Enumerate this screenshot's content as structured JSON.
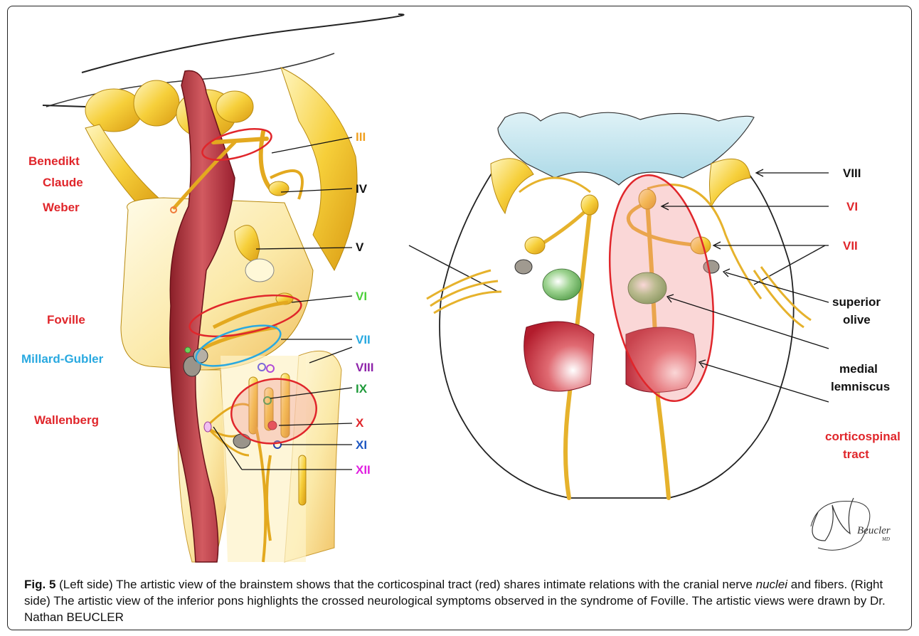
{
  "colors": {
    "red": "#e0262b",
    "orange": "#f0a020",
    "green": "#4cd03a",
    "cyan": "#29a9e0",
    "purple": "#8e24aa",
    "darkgreen": "#1f9a3a",
    "blue": "#1e57c2",
    "magenta": "#e020e0",
    "black": "#111111",
    "yellow": "#f3c531",
    "tract": "#b8283a"
  },
  "left_panel": {
    "syndromes": {
      "benedikt": "Benedikt",
      "claude": "Claude",
      "weber": "Weber",
      "foville": "Foville",
      "millard_gubler": "Millard-Gubler",
      "wallenberg": "Wallenberg"
    },
    "nerves": {
      "iii": "III",
      "iv": "IV",
      "v": "V",
      "vi": "VI",
      "vii": "VII",
      "viii": "VIII",
      "ix": "IX",
      "x": "X",
      "xi": "XI",
      "xii": "XII"
    }
  },
  "right_panel": {
    "labels": {
      "viii": "VIII",
      "vi": "VI",
      "vii": "VII",
      "superior_olive_1": "superior",
      "superior_olive_2": "olive",
      "medial_lemniscus_1": "medial",
      "medial_lemniscus_2": "lemniscus",
      "corticospinal_1": "corticospinal",
      "corticospinal_2": "tract"
    }
  },
  "signature": {
    "text": "Beucler",
    "suffix": "MD"
  },
  "caption": {
    "fig_label": "Fig. 5",
    "part1": " (Left side) The artistic view of the brainstem shows that the corticospinal tract (red) shares intimate relations with the cranial nerve ",
    "italic": "nuclei",
    "part2": " and fibers. (Right side) The artistic view of the inferior pons highlights the crossed neurological symptoms observed in the syndrome of Foville. The artistic views were drawn by Dr. Nathan BEUCLER"
  }
}
